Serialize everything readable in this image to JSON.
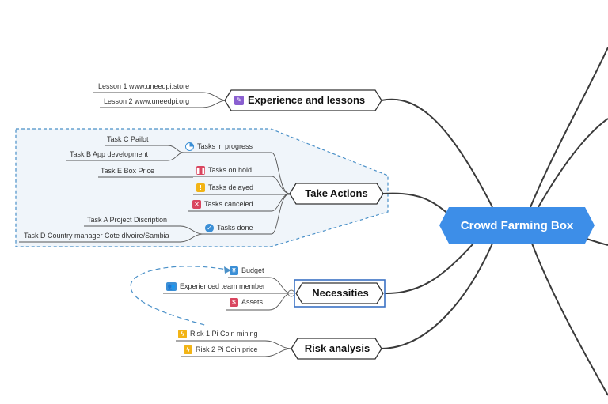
{
  "central": {
    "label": "Crowd Farming Box",
    "color": "#3d8ee8"
  },
  "topics": {
    "experience": {
      "label": "Experience and lessons",
      "icon": "pencil-icon"
    },
    "actions": {
      "label": "Take Actions"
    },
    "necessities": {
      "label": "Necessities"
    },
    "risk": {
      "label": "Risk analysis"
    }
  },
  "experience_leaves": [
    "Lesson 1 www.uneedpi.store",
    "Lesson 2 www.uneedpi.org"
  ],
  "actions_subtopics": {
    "in_progress": {
      "label": "Tasks in progress",
      "icon": "progress-pie-icon"
    },
    "on_hold": {
      "label": "Tasks on hold",
      "icon": "pause-icon"
    },
    "delayed": {
      "label": "Tasks delayed",
      "icon": "exclamation-icon"
    },
    "canceled": {
      "label": "Tasks canceled",
      "icon": "cross-icon"
    },
    "done": {
      "label": "Tasks done",
      "icon": "check-circle-icon"
    }
  },
  "actions_leaves": {
    "task_c": "Task C Pailot",
    "task_b": "Task B App development",
    "task_e": "Task E Box Price",
    "task_a": "Task A Project Discription",
    "task_d": "Task D Country manager Cote dIvoire/Sambia"
  },
  "necessities_leaves": {
    "budget": {
      "label": "Budget",
      "icon": "yen-icon"
    },
    "team": {
      "label": "Experienced team member",
      "icon": "team-icon"
    },
    "assets": {
      "label": "Assets",
      "icon": "dollar-icon"
    }
  },
  "risk_leaves": {
    "risk1": {
      "label": "Risk 1 Pi Coin mining",
      "icon": "lightning-icon"
    },
    "risk2": {
      "label": "Risk 2 Pi Coin price",
      "icon": "lightning-icon"
    }
  },
  "colors": {
    "branch_line": "#3a3a3a",
    "boundary": "#4a90c8",
    "pause": "#d9455f",
    "warning": "#f2b416",
    "cancel": "#d9455f",
    "done": "#3b8fd6",
    "money": "#d9455f",
    "yen": "#3b8fd6",
    "team": "#3b8fd6",
    "lightning": "#f2b416",
    "necessities_frame": "#3b72c4"
  }
}
